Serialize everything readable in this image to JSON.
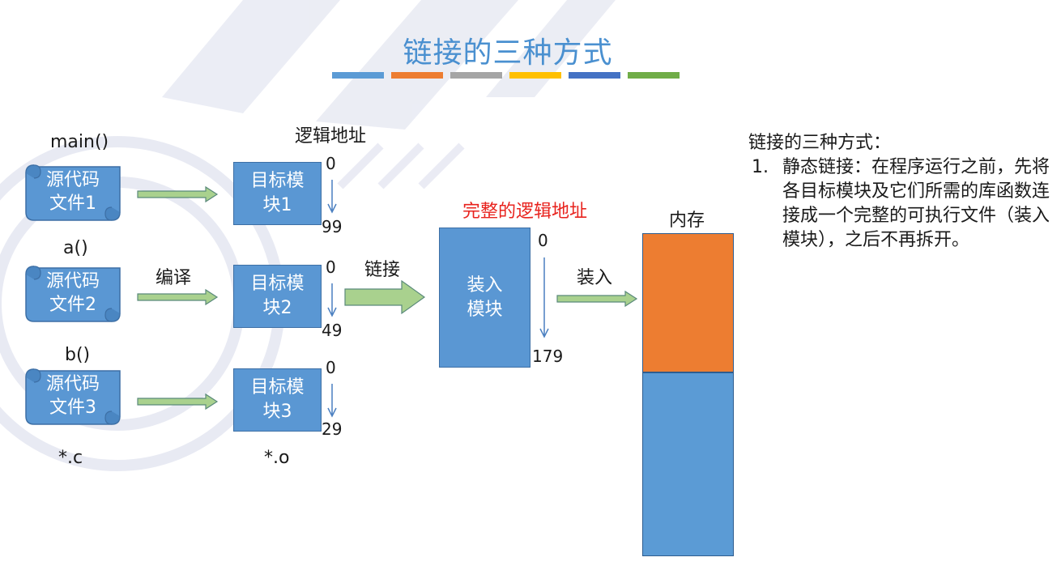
{
  "title": "链接的三种方式",
  "title_bar_colors": [
    "#5b9bd5",
    "#ed7d31",
    "#a5a5a5",
    "#ffc000",
    "#4472c4",
    "#70ad47"
  ],
  "sources": [
    {
      "func": "main()",
      "label": "源代码\n文件1"
    },
    {
      "func": "a()",
      "label": "源代码\n文件2"
    },
    {
      "func": "b()",
      "label": "源代码\n文件3"
    }
  ],
  "source_ext": "*.c",
  "compile_label": "编译",
  "logical_address_label": "逻辑地址",
  "modules": [
    {
      "label": "目标模\n块1",
      "start": "0",
      "end": "99"
    },
    {
      "label": "目标模\n块2",
      "start": "0",
      "end": "49"
    },
    {
      "label": "目标模\n块3",
      "start": "0",
      "end": "29"
    }
  ],
  "object_ext": "*.o",
  "link_label": "链接",
  "complete_logical_label": "完整的逻辑地址",
  "load_module": {
    "label": "装入\n模块",
    "start": "0",
    "end": "179"
  },
  "load_label": "装入",
  "memory_label": "内存",
  "colors": {
    "blue": "#5b9bd5",
    "orange": "#ed7d31",
    "green_arrow": "#a9d18e",
    "red_text": "#e8231e"
  },
  "notes": {
    "heading": "链接的三种方式：",
    "items": [
      {
        "marker": "1.",
        "text": "静态链接：在程序运行之前，先将各目标模块及它们所需的库函数连接成一个完整的可执行文件（装入模块），之后不再拆开。"
      }
    ]
  }
}
